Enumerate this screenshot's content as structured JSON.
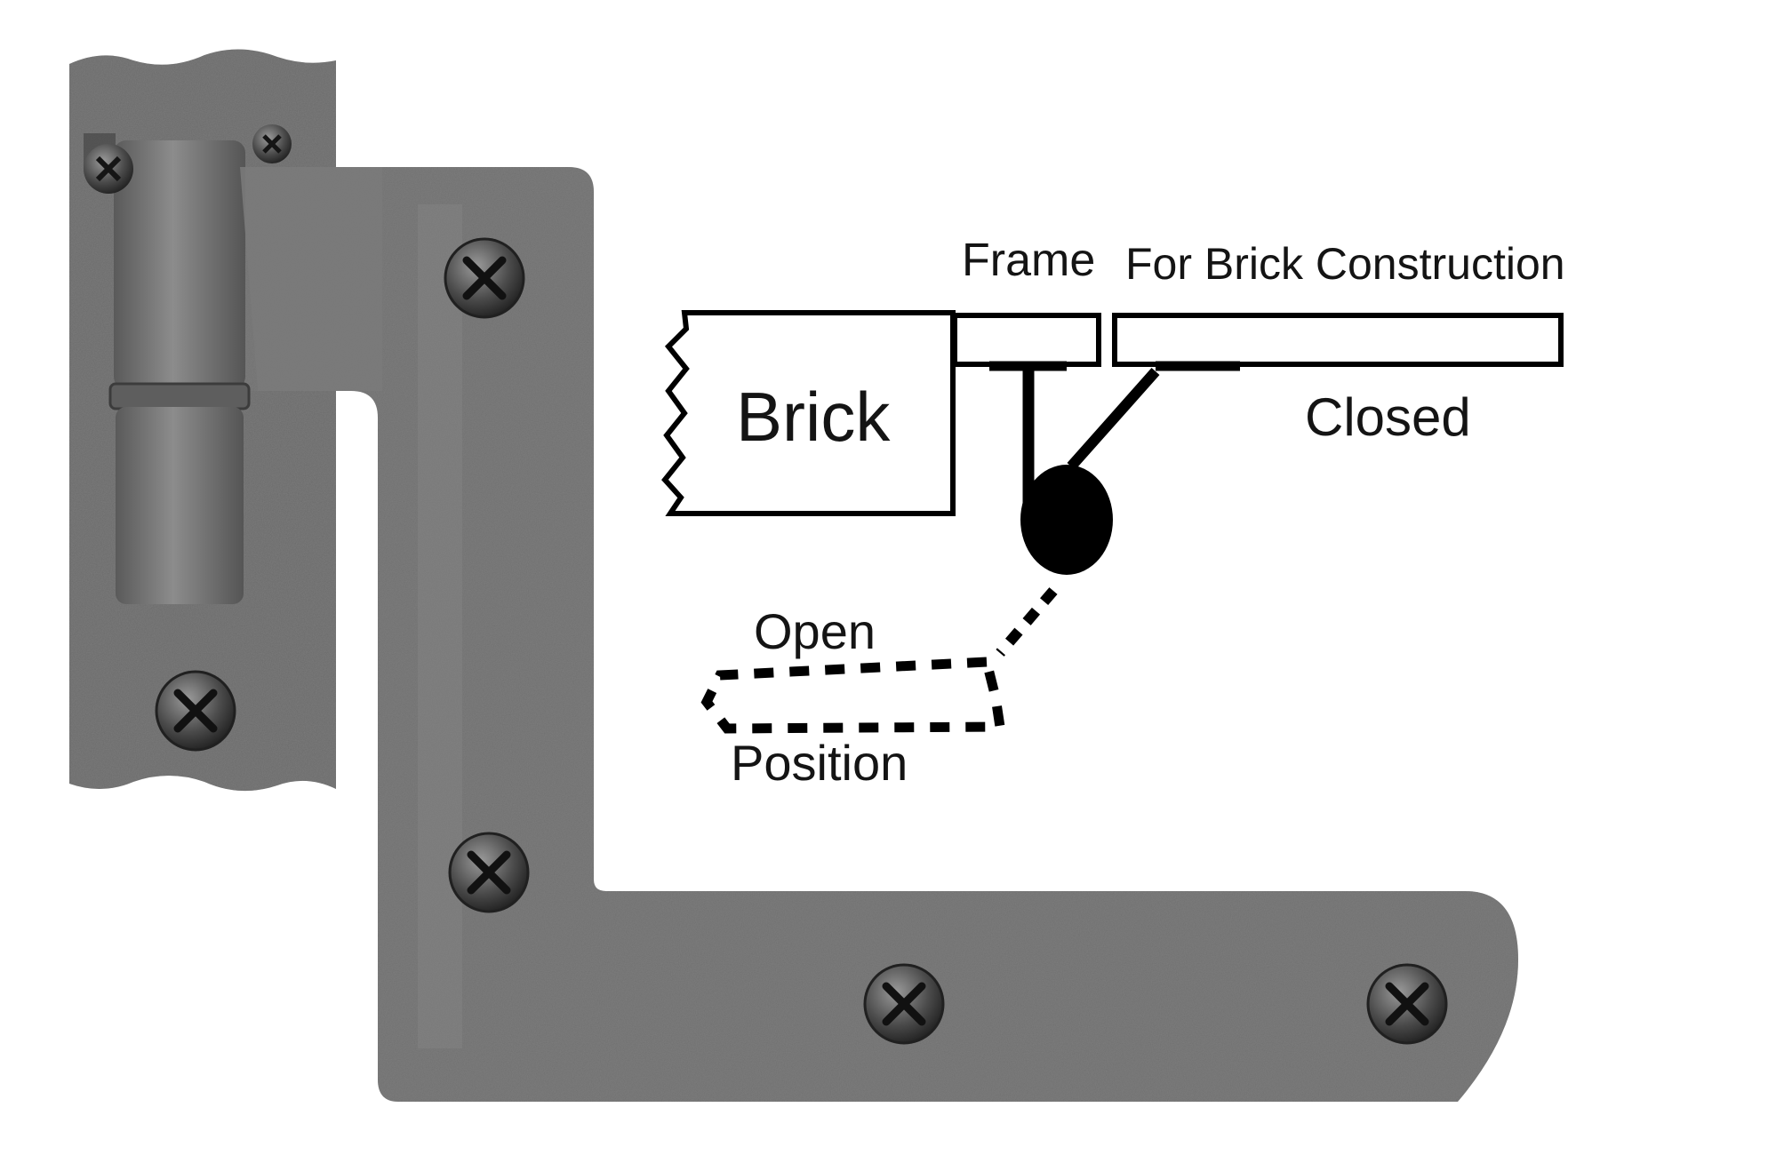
{
  "labels": {
    "frame": "Frame",
    "construction": "For Brick Construction",
    "brick": "Brick",
    "closed": "Closed",
    "open": "Open",
    "position": "Position"
  },
  "colors": {
    "background": "#ffffff",
    "metal": "#6f6f6f",
    "metal_dark": "#4a4a4a",
    "metal_light": "#8a8a8a",
    "ink": "#000000"
  },
  "icons": {
    "screw": "phillips-screw-icon",
    "pivot": "hinge-pivot-icon"
  }
}
